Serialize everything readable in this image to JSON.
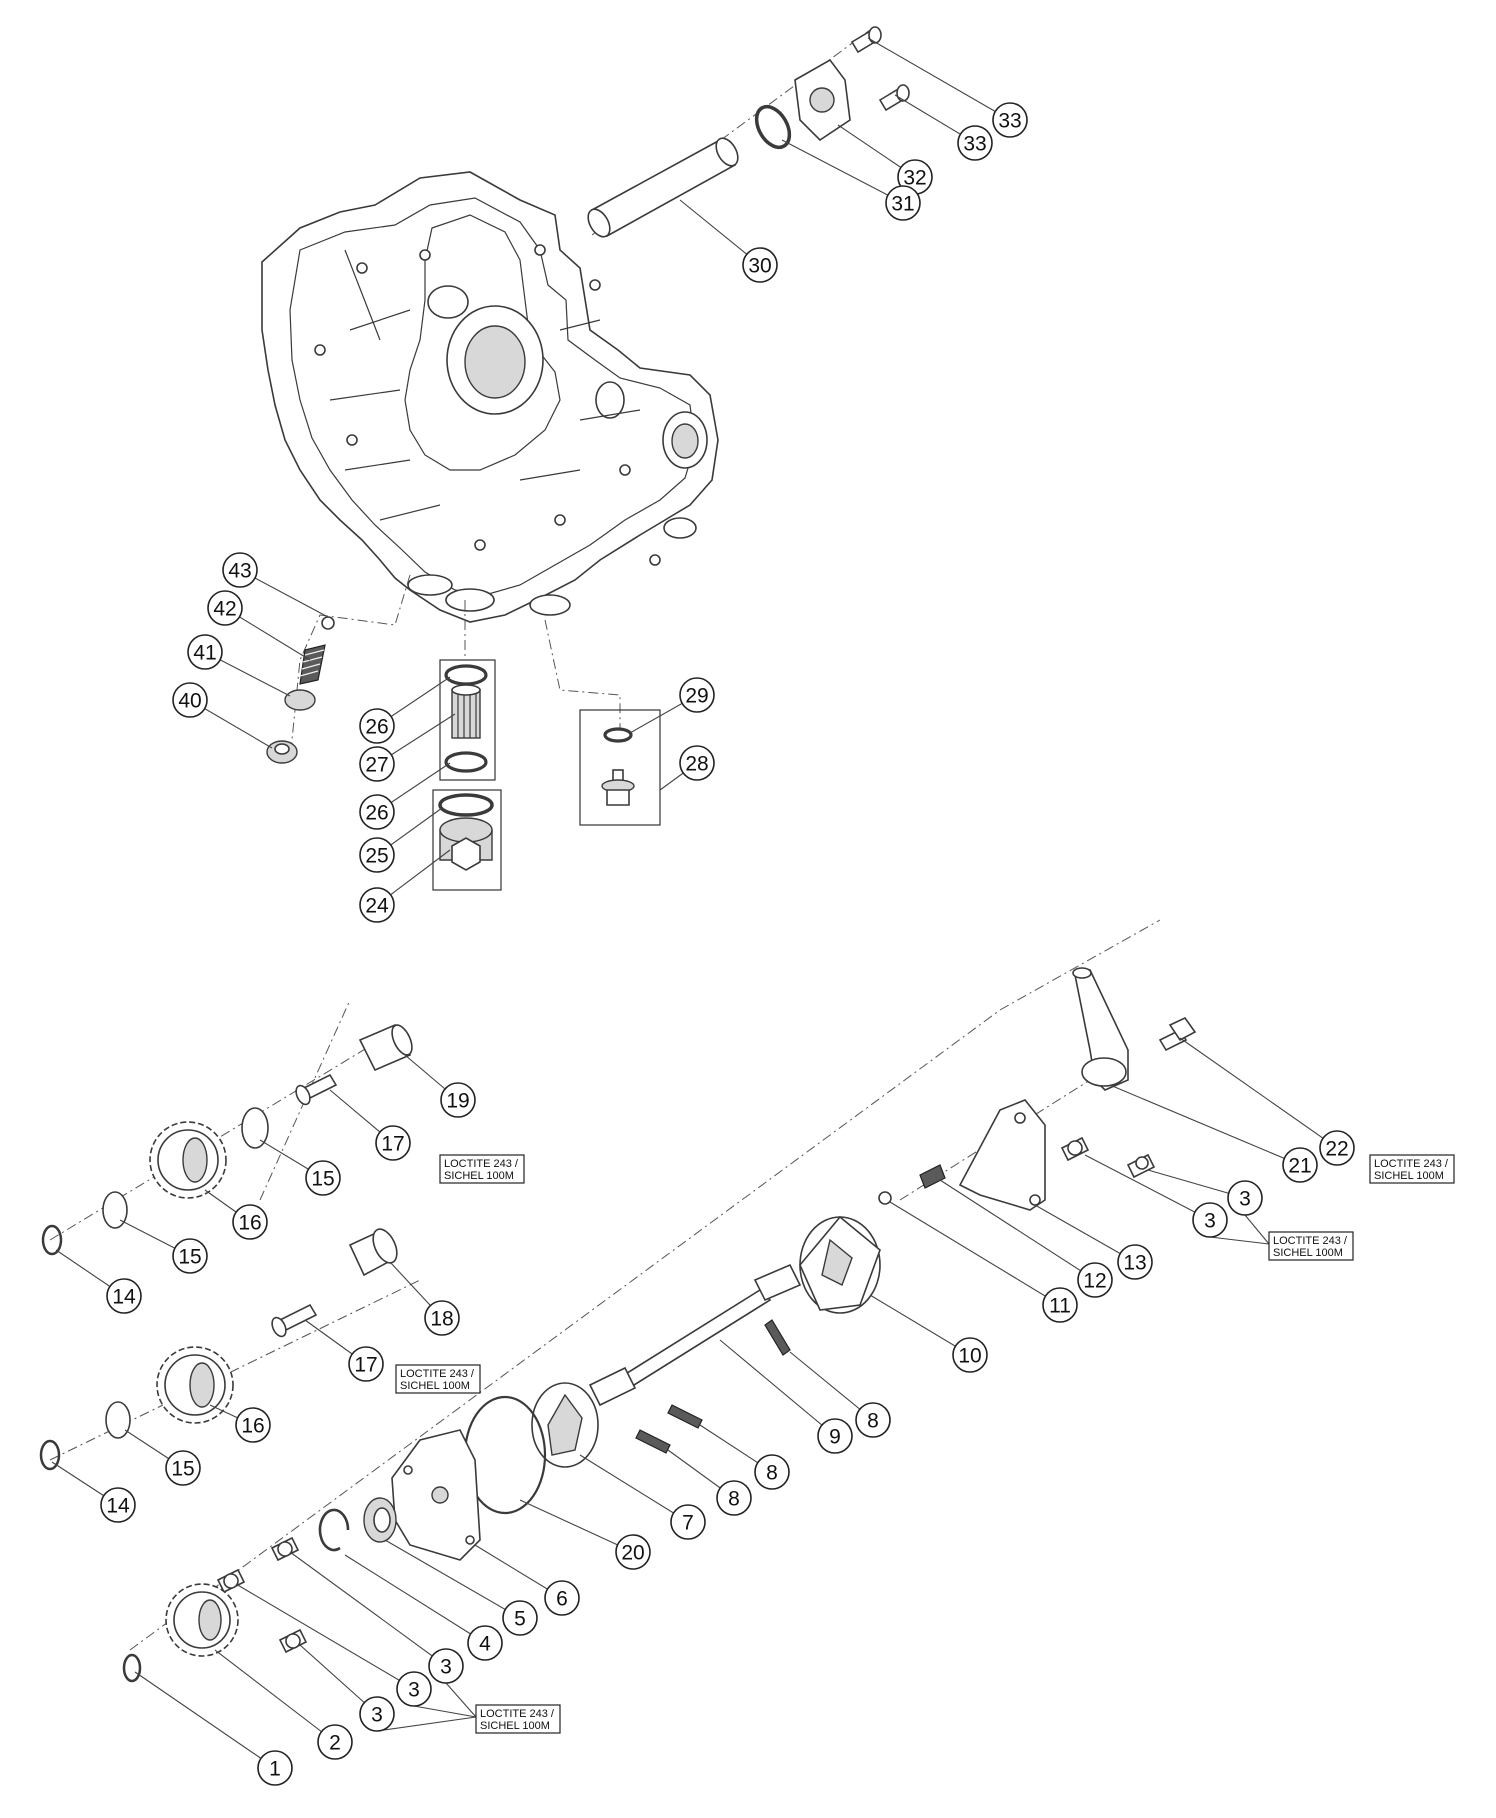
{
  "callouts": [
    {
      "id": "c33a",
      "label": "33"
    },
    {
      "id": "c33b",
      "label": "33"
    },
    {
      "id": "c32",
      "label": "32"
    },
    {
      "id": "c31",
      "label": "31"
    },
    {
      "id": "c30",
      "label": "30"
    },
    {
      "id": "c43",
      "label": "43"
    },
    {
      "id": "c42",
      "label": "42"
    },
    {
      "id": "c41",
      "label": "41"
    },
    {
      "id": "c40",
      "label": "40"
    },
    {
      "id": "c29",
      "label": "29"
    },
    {
      "id": "c28",
      "label": "28"
    },
    {
      "id": "c26a",
      "label": "26"
    },
    {
      "id": "c27",
      "label": "27"
    },
    {
      "id": "c26b",
      "label": "26"
    },
    {
      "id": "c25",
      "label": "25"
    },
    {
      "id": "c24",
      "label": "24"
    },
    {
      "id": "c19",
      "label": "19"
    },
    {
      "id": "c17a",
      "label": "17"
    },
    {
      "id": "c15a",
      "label": "15"
    },
    {
      "id": "c16a",
      "label": "16"
    },
    {
      "id": "c15b",
      "label": "15"
    },
    {
      "id": "c14a",
      "label": "14"
    },
    {
      "id": "c18",
      "label": "18"
    },
    {
      "id": "c17b",
      "label": "17"
    },
    {
      "id": "c16b",
      "label": "16"
    },
    {
      "id": "c15c",
      "label": "15"
    },
    {
      "id": "c14b",
      "label": "14"
    },
    {
      "id": "c22",
      "label": "22"
    },
    {
      "id": "c21",
      "label": "21"
    },
    {
      "id": "c3a",
      "label": "3"
    },
    {
      "id": "c3b",
      "label": "3"
    },
    {
      "id": "c13",
      "label": "13"
    },
    {
      "id": "c12",
      "label": "12"
    },
    {
      "id": "c11",
      "label": "11"
    },
    {
      "id": "c10",
      "label": "10"
    },
    {
      "id": "c8a",
      "label": "8"
    },
    {
      "id": "c9",
      "label": "9"
    },
    {
      "id": "c8b",
      "label": "8"
    },
    {
      "id": "c8c",
      "label": "8"
    },
    {
      "id": "c7",
      "label": "7"
    },
    {
      "id": "c20",
      "label": "20"
    },
    {
      "id": "c6",
      "label": "6"
    },
    {
      "id": "c5",
      "label": "5"
    },
    {
      "id": "c4",
      "label": "4"
    },
    {
      "id": "c3c",
      "label": "3"
    },
    {
      "id": "c3d",
      "label": "3"
    },
    {
      "id": "c3e",
      "label": "3"
    },
    {
      "id": "c2",
      "label": "2"
    },
    {
      "id": "c1",
      "label": "1"
    }
  ],
  "notes": [
    {
      "id": "n17a",
      "line1": "LOCTITE 243 /",
      "line2": "SICHEL 100M"
    },
    {
      "id": "n17b",
      "line1": "LOCTITE 243 /",
      "line2": "SICHEL 100M"
    },
    {
      "id": "n22",
      "line1": "LOCTITE 243 /",
      "line2": "SICHEL 100M"
    },
    {
      "id": "n3a",
      "line1": "LOCTITE 243 /",
      "line2": "SICHEL 100M"
    },
    {
      "id": "n3b",
      "line1": "LOCTITE 243 /",
      "line2": "SICHEL 100M"
    }
  ]
}
